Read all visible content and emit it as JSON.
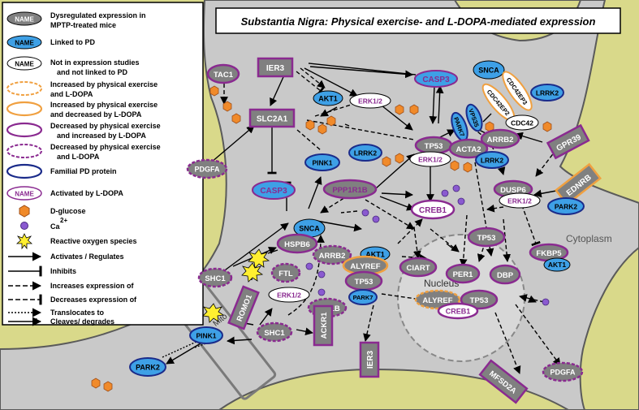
{
  "title": "Substantia Nigra: Physical exercise- and L-DOPA-mediated expression",
  "legend": {
    "dysregulated": {
      "badge": "NAME",
      "line1": "Dysregulated expression in",
      "line2": "MPTP-treated mice"
    },
    "linked": {
      "badge": "NAME",
      "line1": "Linked to PD"
    },
    "notlinked": {
      "badge": "NAME",
      "line1": "Not in expression studies",
      "line2": "and not linked to PD"
    },
    "inc_ex_ldopa": {
      "line1": "Increased by physical exercise",
      "line2": "and L-DOPA"
    },
    "inc_ex_dec_ldopa": {
      "line1": "Increased by physical exercise",
      "line2": "and decreased by L-DOPA"
    },
    "dec_ex_inc_ldopa": {
      "line1": "Decreased by physical exercise",
      "line2": "and increased by L-DOPA"
    },
    "dec_ex_ldopa": {
      "line1": "Decreased by physical exercise",
      "line2": "and L-DOPA"
    },
    "familial": {
      "line1": "Familial PD protein"
    },
    "activated": {
      "badge": "NAME",
      "line1": "Activated by L-DOPA"
    },
    "glucose": {
      "line1": "D-glucose"
    },
    "calcium": {
      "line1": "Ca",
      "sup": "2+"
    },
    "ros": {
      "line1": "Reactive oxygen species"
    },
    "activates": {
      "line1": "Activates / Regulates"
    },
    "inhibits": {
      "line1": "Inhibits"
    },
    "increases": {
      "line1": "Increases expression of"
    },
    "decreases": {
      "line1": "Decreases expression of"
    },
    "translocates": {
      "line1": "Translocates to"
    },
    "cleaves": {
      "line1": "Cleaves/ degrades"
    }
  },
  "regions": {
    "cytoplasm": "Cytoplasm",
    "nucleus": "Nucleus",
    "mito": "Mito"
  },
  "nodes": {
    "tac1": "TAC1",
    "ier3_top": "IER3",
    "akt1_top": "AKT1",
    "erk12_top": "ERK1/2",
    "casp3_top": "CASP3",
    "snca_top": "SNCA",
    "cdc42ep3": "CDC42EP3",
    "cdc42ep2": "CDC42EP2",
    "cdc42": "CDC42",
    "lrrk2_top": "LRRK2",
    "vps35": "VPS35",
    "park7_top": "PARK7",
    "slc2a1": "SLC2A1",
    "pdgfa_left": "PDGFA",
    "pink1_mid": "PINK1",
    "lrrk2_mid": "LRRK2",
    "tp53_top": "TP53",
    "erk12_mid": "ERK1/2",
    "acta2": "ACTA2",
    "arrb2_top": "ARRB2",
    "lrrk2_r": "LRRK2",
    "gpr39": "GPR39",
    "casp3_left": "CASP3",
    "ppp1r1b": "PPP1R1B",
    "dusp6": "DUSP6",
    "erk12_r": "ERK1/2",
    "ednrb": "EDNRB",
    "park2_r": "PARK2",
    "snca_mid": "SNCA",
    "creb1_top": "CREB1",
    "hspb6": "HSPB6",
    "akt1_mid": "AKT1",
    "tp53_r": "TP53",
    "fkbp5": "FKBP5",
    "akt1_r": "AKT1",
    "arrb2_mid": "ARRB2",
    "alyref_top": "ALYREF",
    "ciart": "CIART",
    "per1": "PER1",
    "shc1_left": "SHC1",
    "ftl": "FTL",
    "tp53_mid": "TP53",
    "park7_mid": "PARK7",
    "dbp": "DBP",
    "romo1": "ROMO1",
    "erk12_low": "ERK1/2",
    "pvalb": "PVALB",
    "alyref_nuc": "ALYREF",
    "tp53_nuc": "TP53",
    "creb1_nuc": "CREB1",
    "pink1_low": "PINK1",
    "park2_low": "PARK2",
    "shc1_low": "SHC1",
    "ackr1": "ACKR1",
    "ier3_low": "IER3",
    "mfsd2a": "MFSD2A",
    "pdgfa_right": "PDGFA"
  },
  "colors": {
    "background": "#d9d98a",
    "cell": "#c9c9c9",
    "dysregulated": "#808080",
    "linked": "#3ea0e6",
    "increased": "#f0a040",
    "decreased": "#8a2a90",
    "familial": "#1a2b8a",
    "activated_text": "#8a2a90"
  }
}
